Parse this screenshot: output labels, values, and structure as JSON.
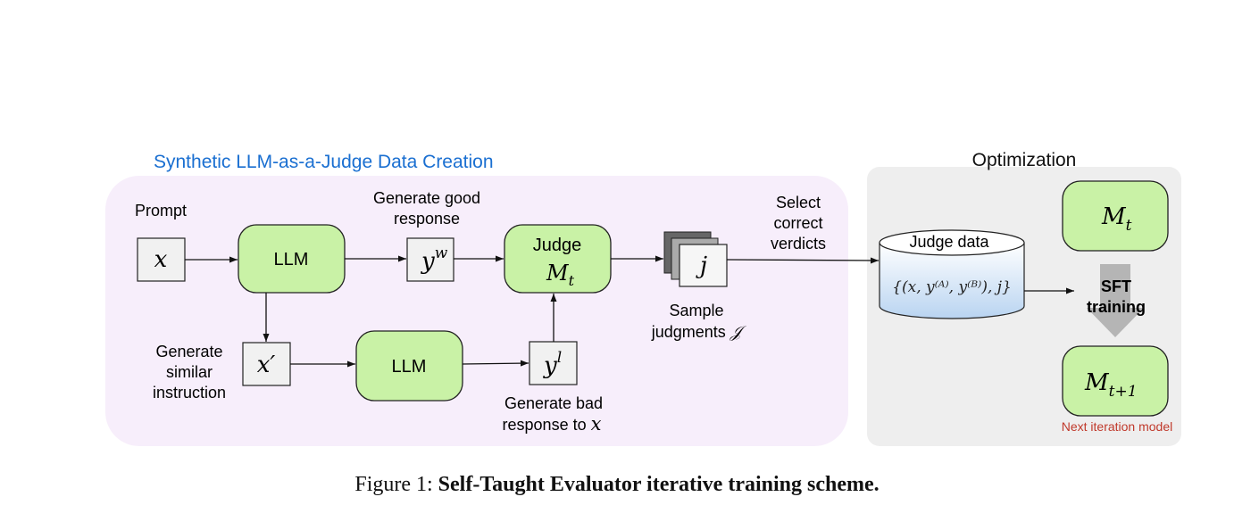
{
  "left_panel": {
    "title": "Synthetic LLM-as-a-Judge Data Creation",
    "prompt_label": "Prompt",
    "prompt_var": "x",
    "llm_top": "LLM",
    "good_label_1": "Generate good",
    "good_label_2": "response",
    "good_var": "y",
    "good_sup": "w",
    "judge_line1": "Judge",
    "judge_var": "M",
    "judge_sub": "t",
    "sample_var": "j",
    "sample_label_1": "Sample",
    "sample_label_2": "judgments",
    "sample_set": "𝒥",
    "select_1": "Select",
    "select_2": "correct",
    "select_3": "verdicts",
    "similar_1": "Generate",
    "similar_2": "similar",
    "similar_3": "instruction",
    "similar_var": "x′",
    "llm_bottom": "LLM",
    "bad_var": "y",
    "bad_sup": "l",
    "bad_label_1": "Generate bad",
    "bad_label_2": "response to",
    "bad_label_var": "x"
  },
  "right_panel": {
    "title": "Optimization",
    "judge_data_label": "Judge data",
    "judge_data_formula": "{(x, y⁽ᴬ⁾, y⁽ᴮ⁾), j}",
    "model_top_var": "M",
    "model_top_sub": "t",
    "sft_1": "SFT",
    "sft_2": "training",
    "model_next_var": "M",
    "model_next_sub": "t+1",
    "next_label": "Next iteration model"
  },
  "caption": {
    "prefix": "Figure 1:",
    "bold": "Self-Taught Evaluator iterative training scheme."
  },
  "colors": {
    "left_panel_bg": "#f7eefb",
    "right_panel_bg": "#eeeeee",
    "node_green": "#c9f2a6",
    "title_blue": "#1a6fd1",
    "next_red": "#c0392b",
    "cylinder_blue": "#c5dcf4",
    "sft_arrow": "#b5b5b5"
  }
}
